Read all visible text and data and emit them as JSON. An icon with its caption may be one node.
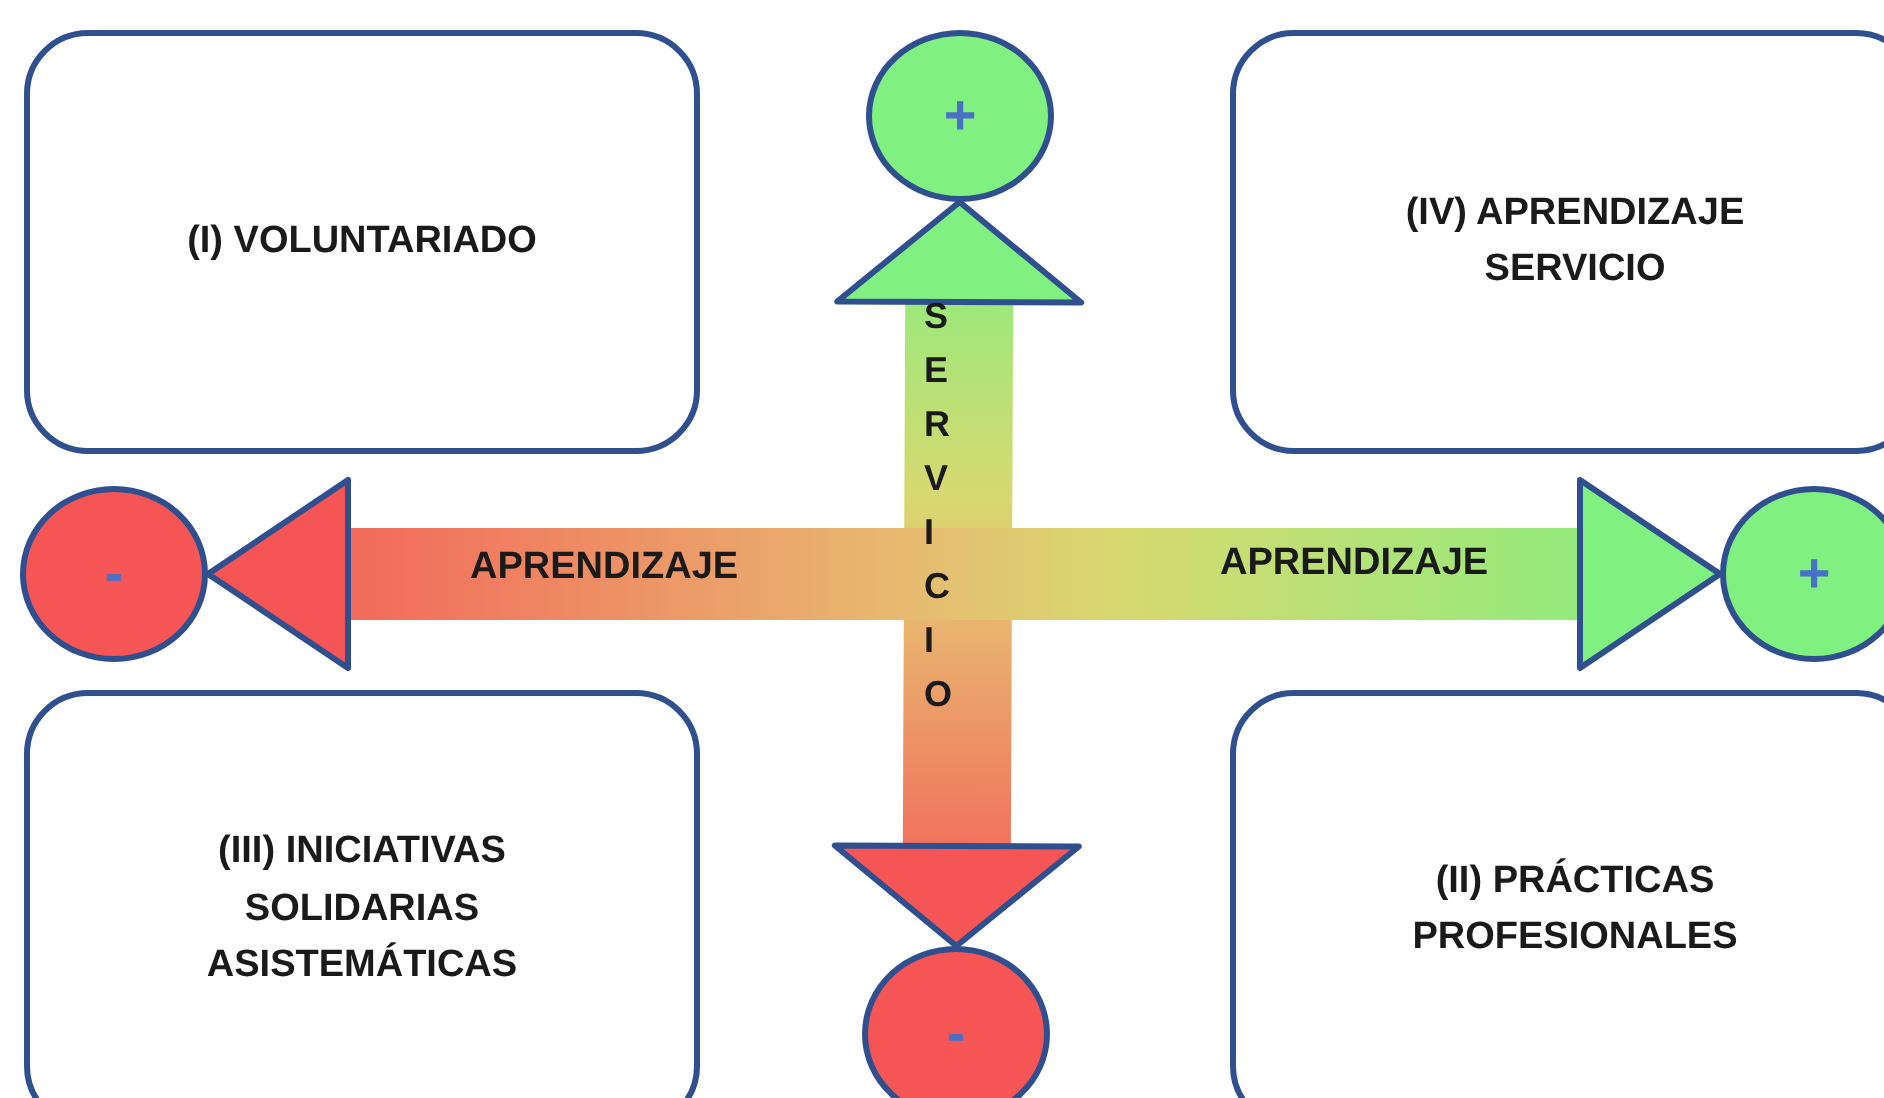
{
  "diagram": {
    "nodes": [
      {
        "text": [
          "(I) VOLUNTARIADO"
        ]
      },
      {
        "text": [
          "+"
        ]
      },
      {
        "text": [
          "(IV) APRENDIZAJE SERVICIO"
        ]
      },
      {
        "text": [
          "-"
        ]
      },
      {
        "text": [
          "+"
        ]
      },
      {
        "text": [
          "(III) INICIATIVAS SOLIDARIAS ASISTEMÁTICAS"
        ]
      },
      {
        "text": [
          "(II) PRÁCTICAS PROFESIONALES"
        ]
      },
      {
        "text": [
          "-"
        ]
      }
    ],
    "edges": [
      {
        "from": 7,
        "to": 1,
        "arrow": "both",
        "label": "SERVICIO"
      },
      {
        "from": 3,
        "to": 4,
        "arrow": "both",
        "label": "APRENDIZAJE"
      }
    ],
    "labels": [
      "APRENDIZAJE"
    ]
  }
}
